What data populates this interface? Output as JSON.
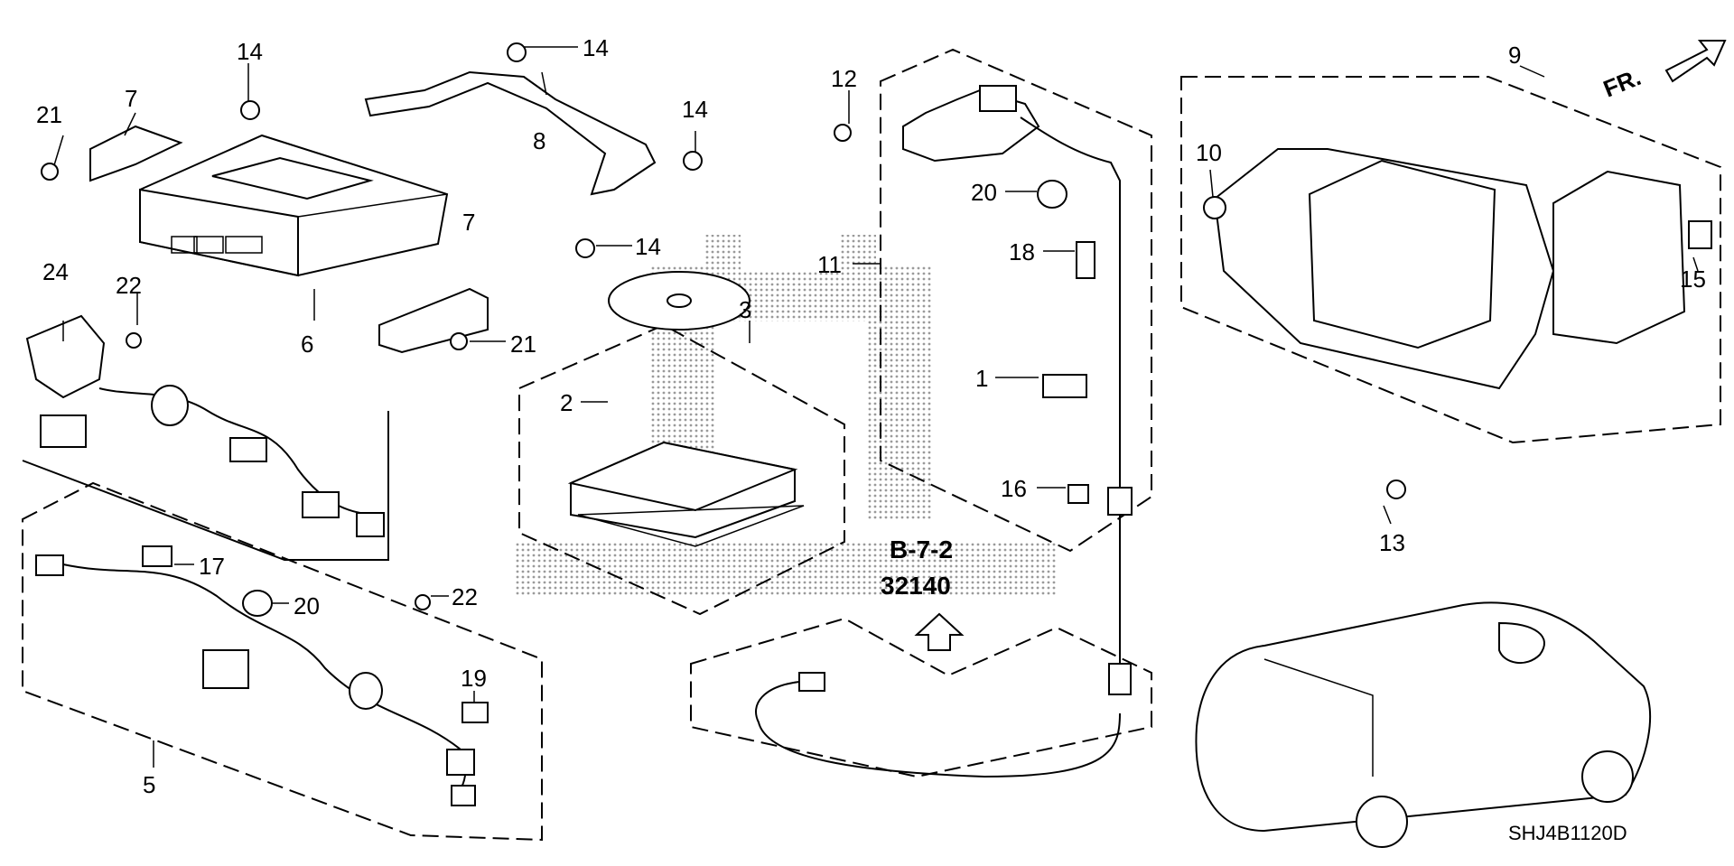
{
  "diagram": {
    "reference_label": "B-7-2",
    "reference_code": "32140",
    "direction_label": "FR.",
    "drawing_code": "SHJ4B1120D",
    "callouts": {
      "c1": "1",
      "c2": "2",
      "c3": "3",
      "c5": "5",
      "c6": "6",
      "c7a": "7",
      "c7b": "7",
      "c8": "8",
      "c9": "9",
      "c10": "10",
      "c11": "11",
      "c12": "12",
      "c13": "13",
      "c14a": "14",
      "c14b": "14",
      "c14c": "14",
      "c14d": "14",
      "c15": "15",
      "c16": "16",
      "c17": "17",
      "c18": "18",
      "c19": "19",
      "c20a": "20",
      "c20b": "20",
      "c21a": "21",
      "c21b": "21",
      "c22a": "22",
      "c22b": "22",
      "c24": "24"
    }
  }
}
